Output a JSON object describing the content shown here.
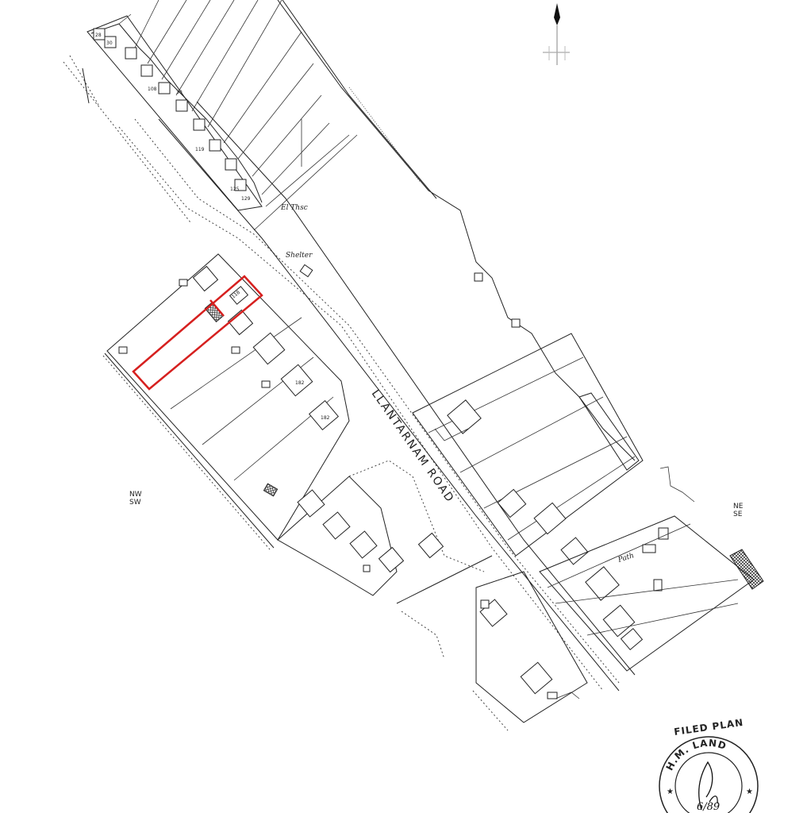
{
  "map": {
    "road_name": "LLANTARNAM ROAD",
    "labels": {
      "shelter": "Shelter",
      "el_thsc": "El Thsc",
      "path": "Path"
    },
    "compass": {
      "nw": "NW",
      "sw": "SW",
      "ne": "NE",
      "se": "SE"
    },
    "stamp": {
      "top": "FILED PLAN",
      "ring": "H.M. LAND"
    },
    "highlight_color": "#d6201f"
  }
}
